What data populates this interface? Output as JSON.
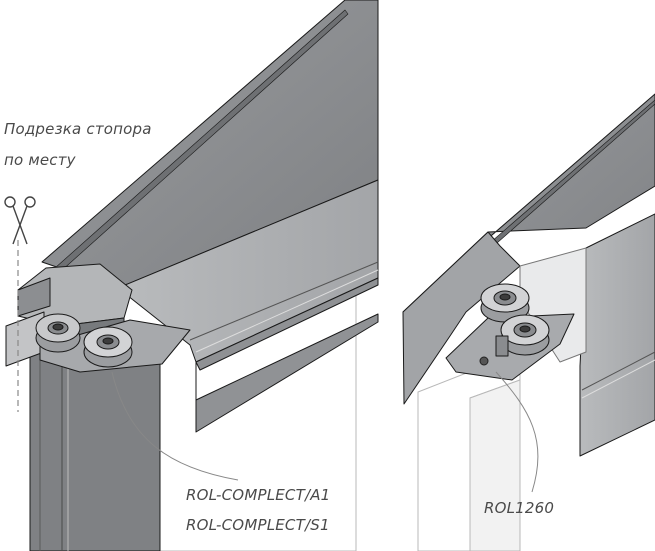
{
  "annotations": {
    "cut_note_line1": "Подрезка стопора",
    "cut_note_line2": "по месту",
    "part_a1": "ROL-COMPLECT/A1",
    "part_s1": "ROL-COMPLECT/S1",
    "part_rol": "ROL1260"
  },
  "icons": {
    "cut": "scissors-icon"
  },
  "colors": {
    "profile_dark": "#8a8c8f",
    "profile_mid": "#a9abad",
    "profile_light": "#c9cacc",
    "outline": "#1a1a1a",
    "leader": "#888888",
    "watermark": "#dbe9f3"
  }
}
